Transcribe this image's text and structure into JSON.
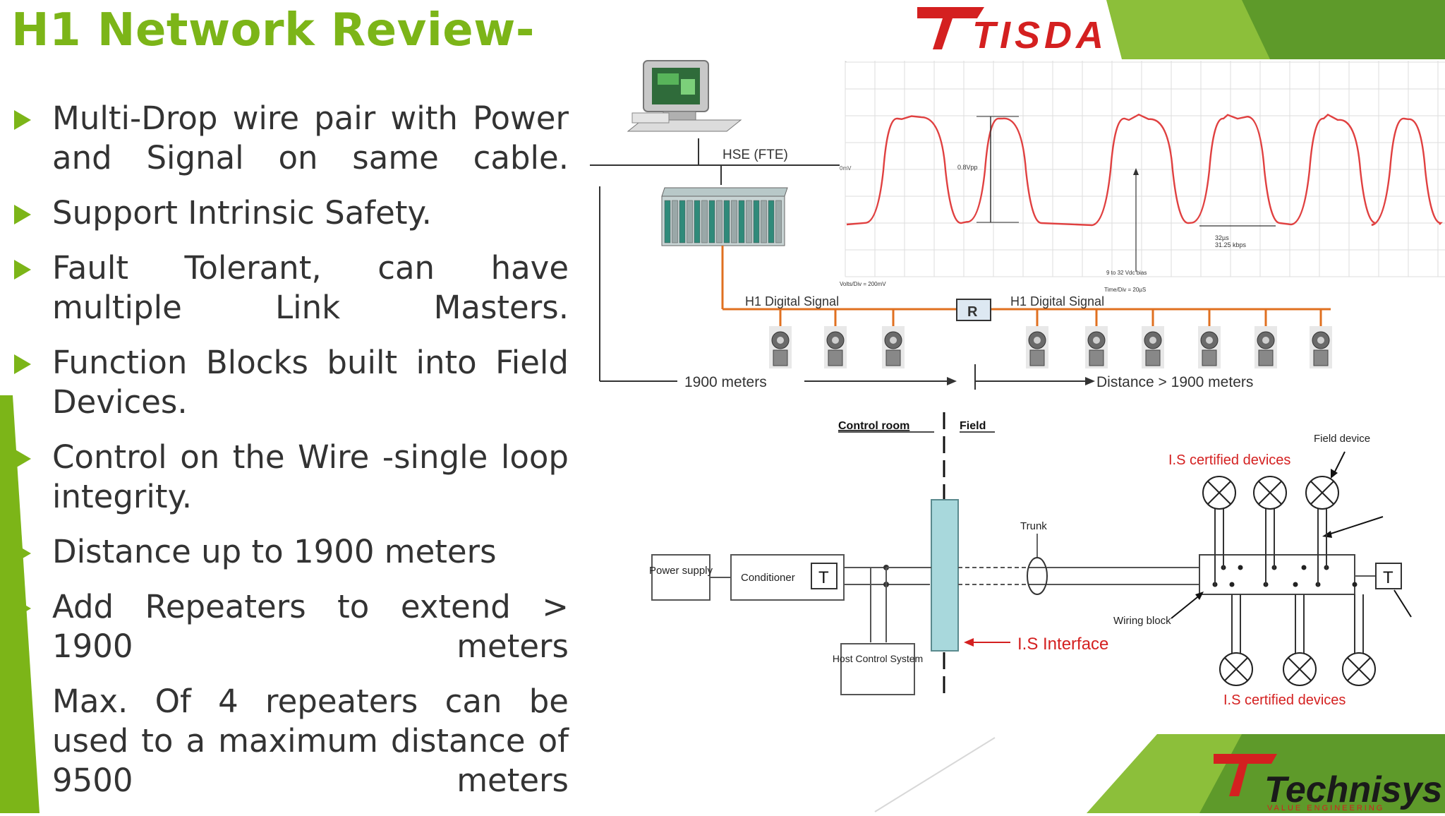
{
  "slide": {
    "title": "H1 Network Review-",
    "bullets": [
      "Multi-Drop wire pair with Power and Signal on same cable.",
      "Support Intrinsic Safety.",
      "Fault Tolerant, can have multiple Link Masters.",
      "Function Blocks built into Field Devices.",
      "Control on the Wire -single loop integrity.",
      "Distance up to 1900 meters",
      "Add Repeaters to extend > 1900 meters",
      "Max. Of 4 repeaters can be used to a maximum distance of 9500 meters"
    ]
  },
  "colors": {
    "accent_green": "#7cb518",
    "dark_green": "#4e8a1e",
    "signal_orange": "#e07020",
    "waveform_red": "#e04040",
    "interface_blue": "#a8d8dc",
    "logo_red": "#d42020"
  },
  "logos": {
    "top": "TISDA",
    "bottom_main": "Technisys",
    "bottom_sub": "VALUE ENGINEERING"
  },
  "network_diagram": {
    "hse_label": "HSE (FTE)",
    "h1_left": "H1 Digital Signal",
    "h1_right": "H1 Digital Signal",
    "repeater": "R",
    "dist_left": "1900 meters",
    "dist_right": "Distance > 1900 meters"
  },
  "waveform": {
    "pp_label": "0.8Vpp",
    "bit_time": "32µs",
    "bit_rate": "31.25 kbps",
    "bias_label": "9 to 32 Vdc bias",
    "volts_div": "Volts/Div = 200mV",
    "time_div": "Time/Div = 20µS",
    "zero_label": "0mV"
  },
  "is_diagram": {
    "control_room": "Control room",
    "field": "Field",
    "field_device": "Field device",
    "is_top": "I.S certified devices",
    "is_bottom": "I.S certified devices",
    "trunk": "Trunk",
    "wiring_block": "Wiring block",
    "is_interface": "I.S Interface",
    "power_supply": "Power supply",
    "conditioner": "Conditioner",
    "terminator": "T",
    "host": "Host Control System"
  }
}
